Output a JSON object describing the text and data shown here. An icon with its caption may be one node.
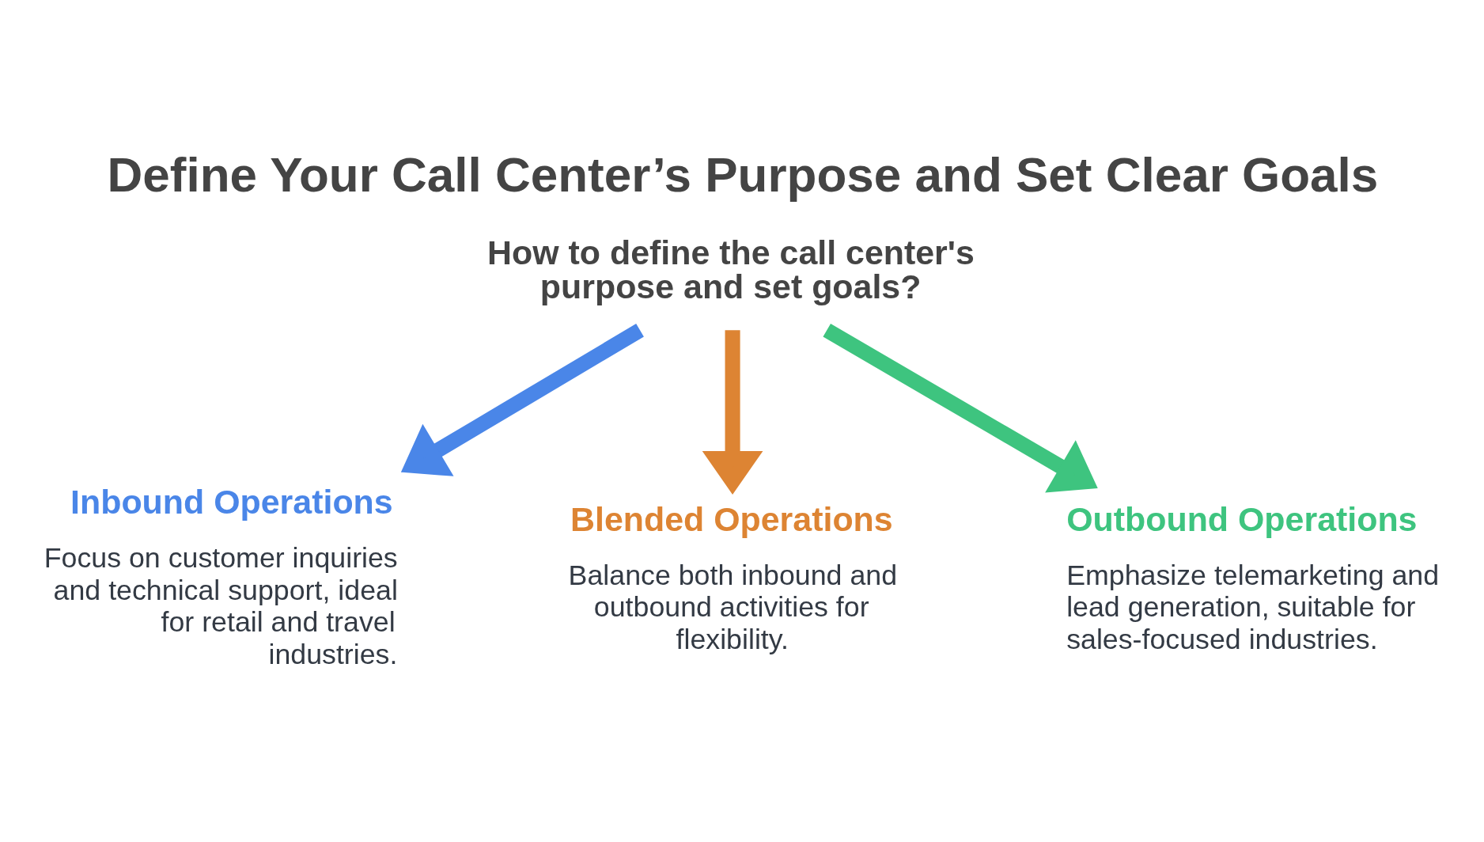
{
  "diagram": {
    "title": "Define Your Call Center’s Purpose and Set Clear Goals",
    "nodes": [
      {
        "text": [
          "How to define the call center's purpose and set goals?"
        ]
      },
      {
        "text": [
          "Inbound Operations",
          "Focus on customer inquiries and technical support, ideal for retail and travel industries."
        ]
      },
      {
        "text": [
          "Blended Operations",
          "Balance both inbound and outbound activities for flexibility."
        ]
      },
      {
        "text": [
          "Outbound Operations",
          "Emphasize telemarketing and lead generation, suitable for sales-focused industries."
        ]
      }
    ],
    "edges": [
      {
        "from": 0,
        "to": 1,
        "arrow": "to",
        "color": "#4a86e8"
      },
      {
        "from": 0,
        "to": 2,
        "arrow": "to",
        "color": "#dd8433"
      },
      {
        "from": 0,
        "to": 3,
        "arrow": "to",
        "color": "#3ec47f"
      }
    ]
  }
}
